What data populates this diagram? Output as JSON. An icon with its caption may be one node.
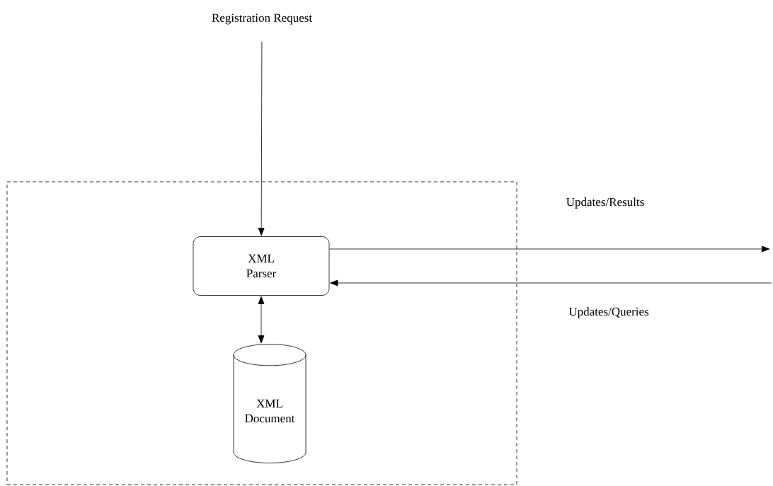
{
  "diagram": {
    "nodes": [
      {
        "text": [],
        "shape": "box"
      },
      {
        "text": [
          "Registration Request"
        ]
      },
      {
        "text": [
          "XML Parser"
        ],
        "in": 0
      },
      {
        "text": [
          "XML Document"
        ],
        "in": 0
      }
    ],
    "edges": [
      {
        "from": 1,
        "to": 2,
        "arrow": "to"
      },
      {
        "from": 2,
        "to": 3,
        "arrow": "both"
      },
      {
        "from": 2,
        "to": null,
        "arrow": "to",
        "label": "Updates/Results"
      },
      {
        "from": null,
        "to": 2,
        "arrow": "to",
        "label": "Updates/Queries"
      }
    ]
  }
}
